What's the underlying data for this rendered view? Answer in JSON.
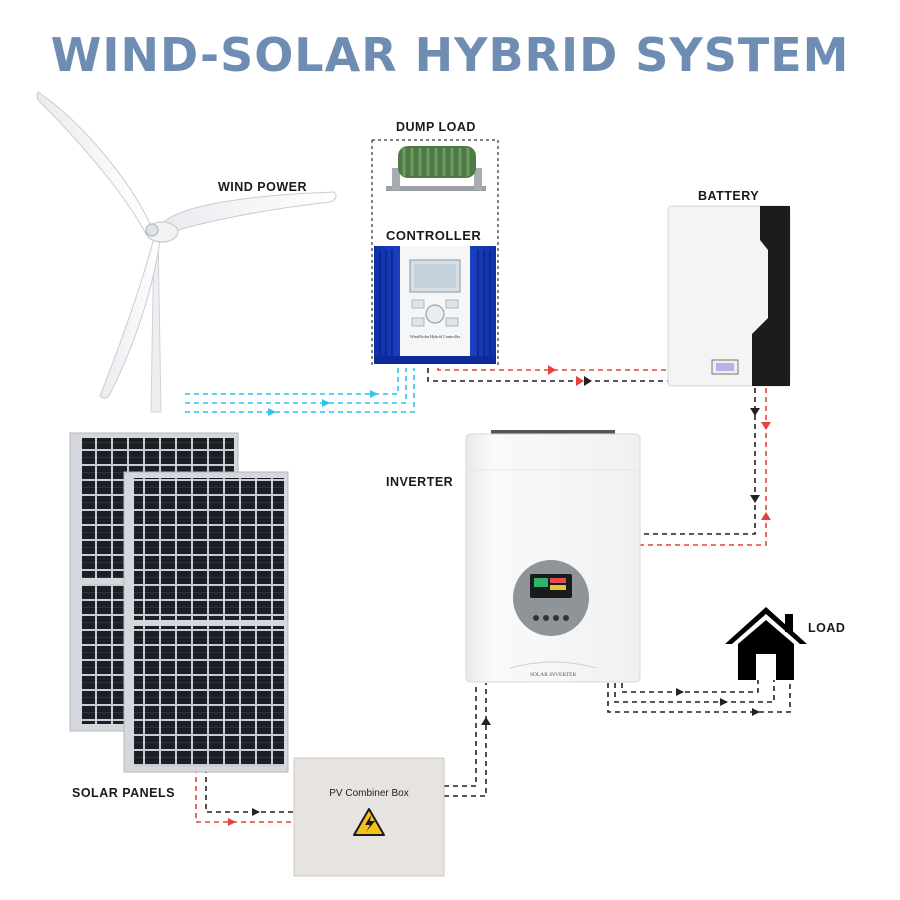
{
  "title": "WIND-SOLAR HYBRID SYSTEM",
  "labels": {
    "wind_power": "WIND POWER",
    "dump_load": "DUMP LOAD",
    "controller": "CONTROLLER",
    "controller_plate": "Wind/Solar Hybrid Controller",
    "battery": "BATTERY",
    "inverter": "INVERTER",
    "inverter_plate": "SOLAR INVERTER",
    "load": "LOAD",
    "solar_panels": "SOLAR PANELS",
    "combiner_box": "PV Combiner Box"
  },
  "colors": {
    "title": "#6f8db3",
    "wind_line": "#2ec4ee",
    "dc_positive": "#e8403a",
    "dc_negative": "#222222",
    "controller_body": "#1740c9",
    "battery_body": "#f4f4f4",
    "battery_side": "#1c1c1c",
    "inverter_body": "#f7f7f7",
    "combiner_box": "#e6e3e0",
    "solar_cell": "#1c1f26",
    "dump_load": "#4e7a45"
  },
  "icons": {
    "warning": "high-voltage-warning-icon",
    "house": "house-icon"
  }
}
